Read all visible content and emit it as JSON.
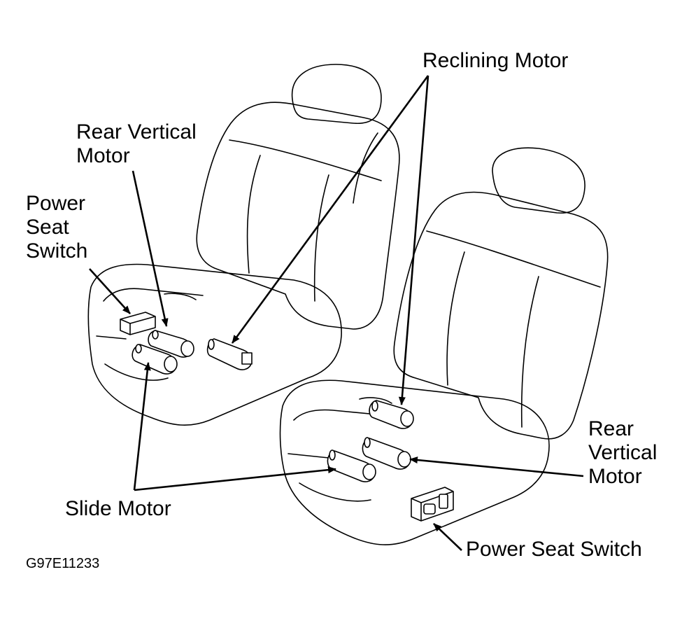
{
  "labels": {
    "reclining_motor": "Reclining Motor",
    "rear_vertical_motor_left": {
      "line1": "Rear Vertical",
      "line2": "Motor"
    },
    "power_seat_switch_left": {
      "line1": "Power",
      "line2": "Seat",
      "line3": "Switch"
    },
    "slide_motor": "Slide Motor",
    "rear_vertical_motor_right": {
      "line1": "Rear",
      "line2": "Vertical",
      "line3": "Motor"
    },
    "power_seat_switch_right": "Power Seat Switch"
  },
  "figure_id": "G97E11233",
  "colors": {
    "line": "#000000",
    "background": "#ffffff"
  }
}
